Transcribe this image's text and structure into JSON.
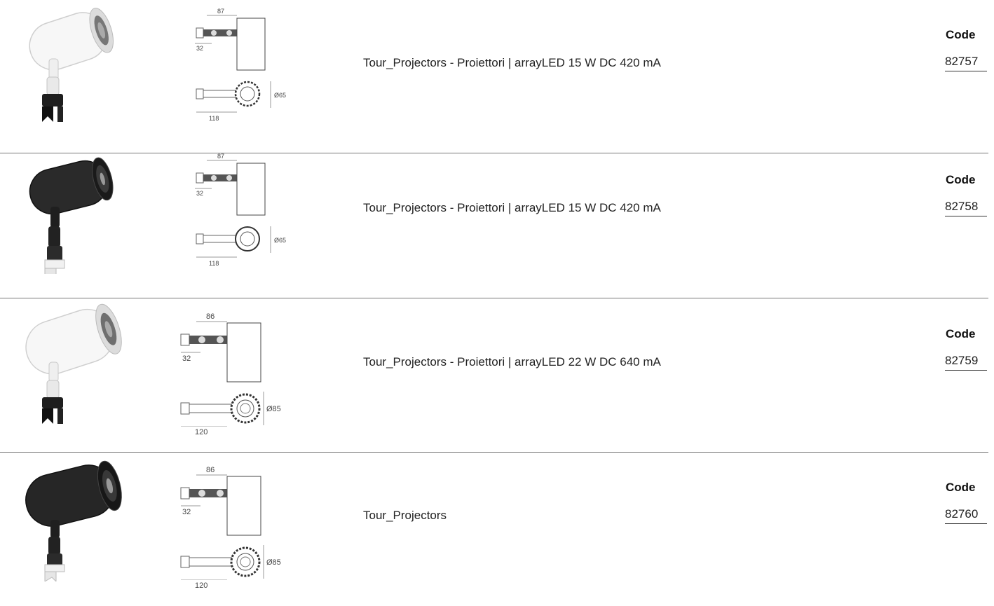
{
  "code_label": "Code",
  "products": [
    {
      "description": "Tour_Projectors - Proiettori | arrayLED 15 W DC 420 mA",
      "code": "82757",
      "finish": "white",
      "dim_length": "87",
      "dim_offset": "32",
      "dim_depth": "118",
      "dim_diameter": "Ø65"
    },
    {
      "description": "Tour_Projectors - Proiettori | arrayLED 15 W DC 420 mA",
      "code": "82758",
      "finish": "black",
      "dim_length": "87",
      "dim_offset": "32",
      "dim_depth": "118",
      "dim_diameter": "Ø65"
    },
    {
      "description": "Tour_Projectors - Proiettori | arrayLED 22 W DC 640 mA",
      "code": "82759",
      "finish": "white",
      "dim_length": "86",
      "dim_offset": "32",
      "dim_depth": "120",
      "dim_diameter": "Ø85"
    },
    {
      "description": "Tour_Projectors",
      "code": "82760",
      "finish": "black",
      "dim_length": "86",
      "dim_offset": "32",
      "dim_depth": "120",
      "dim_diameter": "Ø85"
    }
  ]
}
